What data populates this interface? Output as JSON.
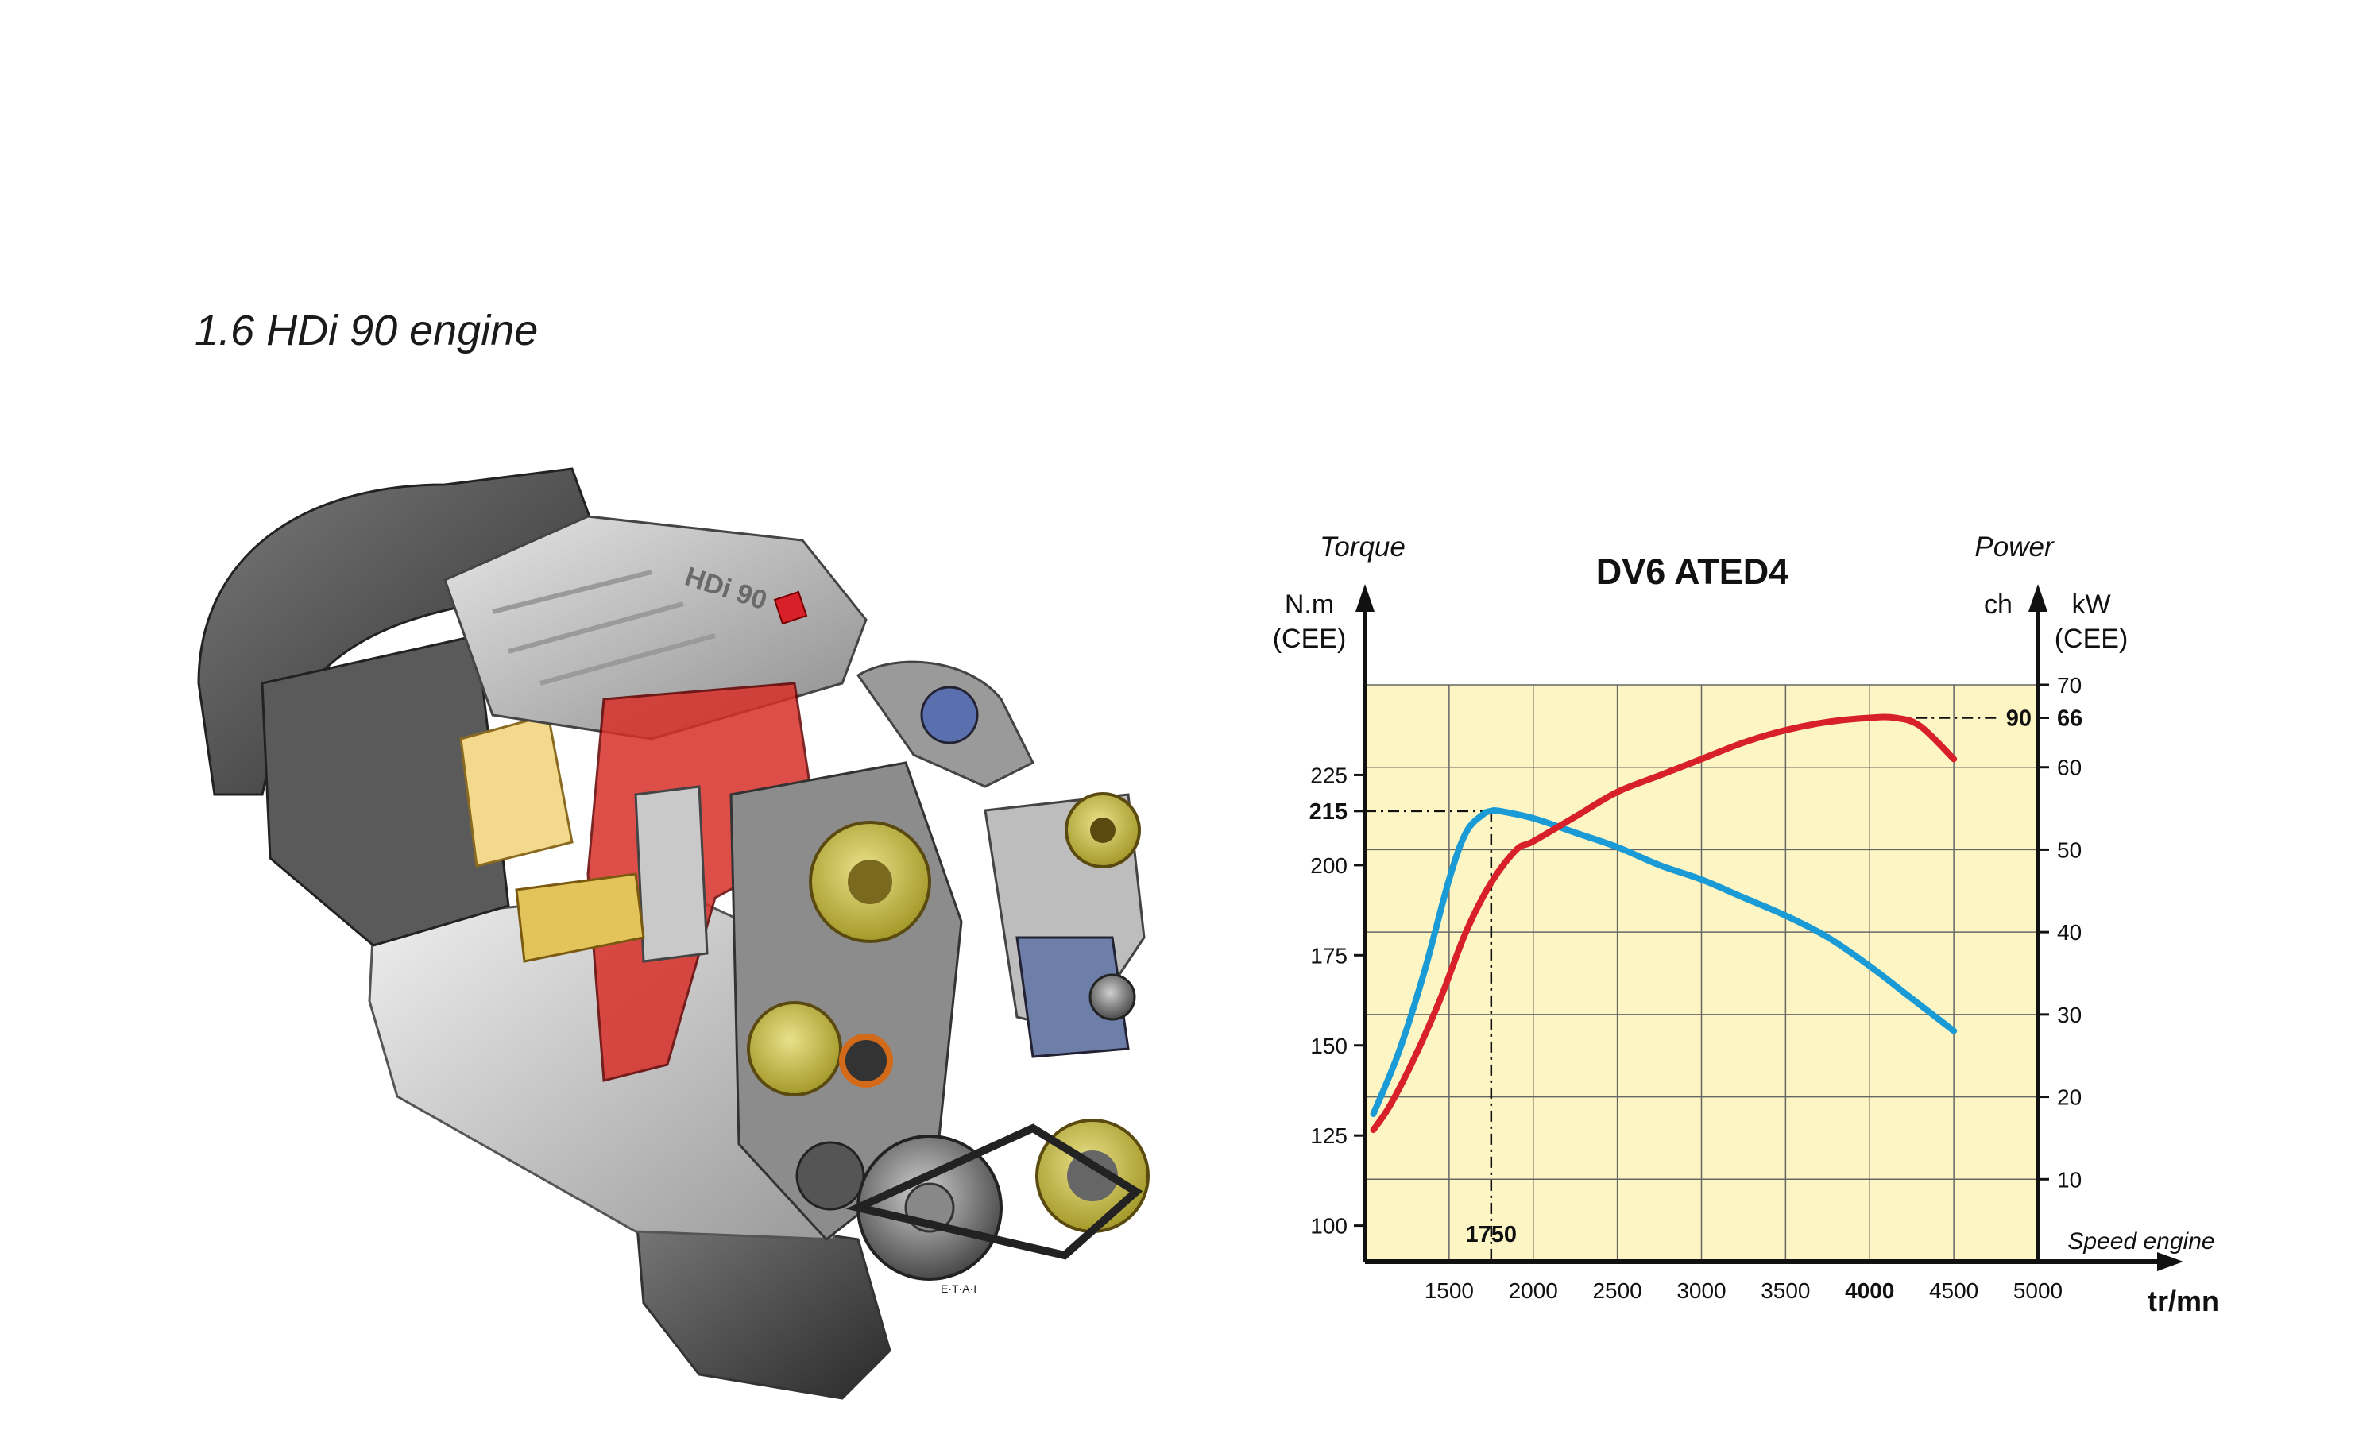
{
  "caption": "1.6 HDi 90 engine",
  "engine_illustration": {
    "cover_text": "HDi 90",
    "credit": "E·T·A·I"
  },
  "chart_data": {
    "type": "line",
    "title": "DV6 ATED4",
    "left_axis": {
      "title": "Torque",
      "unit_line1": "N.m",
      "unit_line2": "(CEE)"
    },
    "right_axis": {
      "title": "Power",
      "unit_ch": "ch",
      "unit_line1": "kW",
      "unit_line2": "(CEE)"
    },
    "x_axis": {
      "title": "Speed engine",
      "unit": "tr/mn",
      "range": [
        1000,
        5000
      ],
      "ticks": [
        1500,
        2000,
        2500,
        3000,
        3500,
        4000,
        4500,
        5000
      ],
      "bold_tick": 4000
    },
    "y_left": {
      "range": [
        90,
        250
      ],
      "ticks": [
        100,
        125,
        150,
        175,
        200,
        225
      ]
    },
    "y_right": {
      "range": [
        0,
        70
      ],
      "ticks": [
        10,
        20,
        30,
        40,
        50,
        60,
        70
      ]
    },
    "grid": true,
    "annotations": {
      "peak_torque": {
        "rpm": 1750,
        "value": 215,
        "rpm_label": "1750",
        "value_label": "215"
      },
      "peak_power": {
        "rpm": 4000,
        "kw": 66,
        "ch": 90,
        "kw_label": "66",
        "ch_label": "90"
      }
    },
    "series": [
      {
        "axis": "left",
        "color": "#1b9bd6",
        "x": [
          1050,
          1200,
          1350,
          1500,
          1600,
          1700,
          1750,
          1800,
          2000,
          2250,
          2500,
          2750,
          3000,
          3250,
          3500,
          3750,
          4000,
          4250,
          4500
        ],
        "values": [
          131,
          148,
          170,
          196,
          209,
          214,
          215,
          215,
          213,
          209,
          205,
          200,
          196,
          191,
          186,
          180,
          172,
          163,
          154
        ]
      },
      {
        "axis": "right",
        "color": "#d8202a",
        "x": [
          1050,
          1150,
          1300,
          1450,
          1600,
          1750,
          1900,
          2000,
          2250,
          2500,
          2750,
          3000,
          3250,
          3500,
          3750,
          4000,
          4150,
          4300,
          4500
        ],
        "values": [
          16,
          19,
          25,
          32,
          40,
          46,
          50,
          51,
          54,
          57,
          59,
          61,
          63,
          64.5,
          65.5,
          66,
          66,
          65,
          61
        ]
      }
    ]
  }
}
